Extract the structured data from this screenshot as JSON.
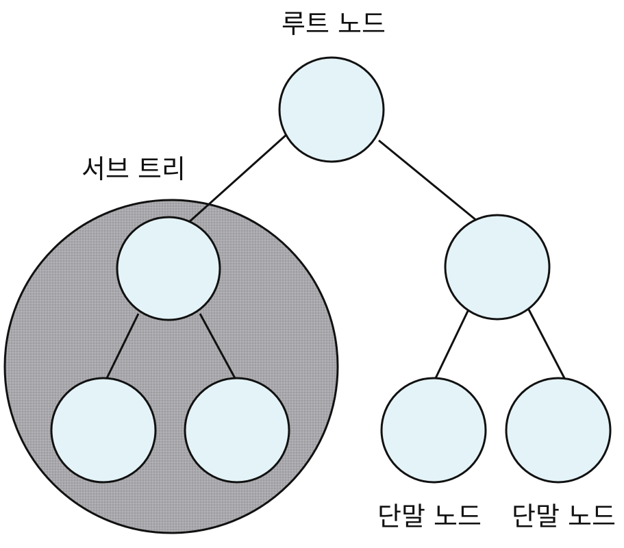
{
  "labels": {
    "root": "루트 노드",
    "subtree": "서브 트리",
    "leaf_left": "단말 노드",
    "leaf_right": "단말 노드"
  },
  "colors": {
    "node_fill": "#e4f3f7",
    "subtree_fill": "#a9a9ad",
    "line": "#111111",
    "background": "#ffffff"
  }
}
